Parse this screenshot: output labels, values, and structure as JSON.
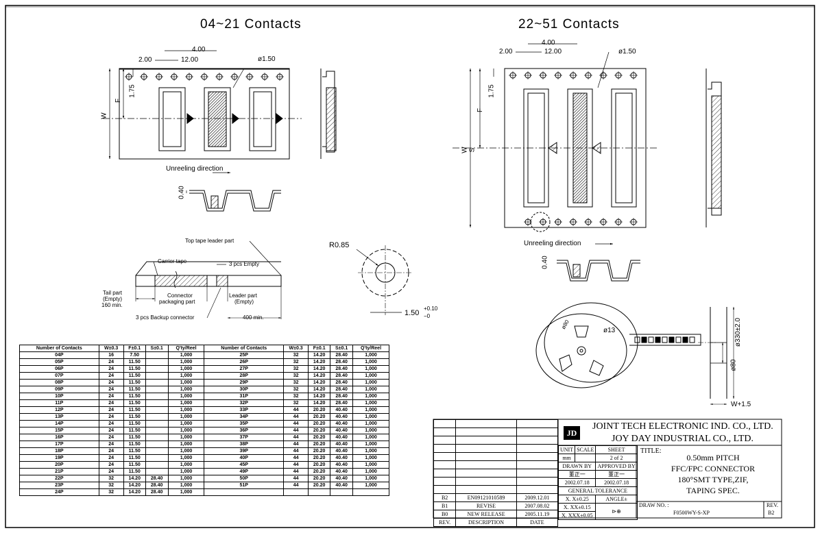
{
  "views": {
    "left_title": "04~21 Contacts",
    "right_title": "22~51 Contacts"
  },
  "dimensions": {
    "pitch_4": "4.00",
    "pitch_2": "2.00",
    "pitch_12": "12.00",
    "hole_dia": "ø1.50",
    "dim_175": "1.75",
    "dim_f": "F",
    "dim_w": "W",
    "dim_s": "S",
    "dim_040": "0.40",
    "r085": "R0.85",
    "tol_base": "1.50",
    "tol_plus": "+0.10",
    "tol_minus": "−0",
    "reel_80": "ø80",
    "reel_13": "ø13",
    "reel_dia80": "ø80",
    "reel_330": "ø330±2.0",
    "reel_w": "W+1.5"
  },
  "labels": {
    "unreeling": "Unreeling direction",
    "top_tape": "Top tape leader part",
    "carrier_tape": "Carrier tape",
    "empty3": "3 pcs Empty",
    "tail1": "Tail part",
    "tail2": "(Empty)",
    "tail3": "160 min.",
    "conn1": "Connector",
    "conn2": "packaging part",
    "leader1": "Leader part",
    "leader2": "(Empty)",
    "backup": "3 pcs Backup connector",
    "min400": "400 min."
  },
  "contacts_table": {
    "headers": [
      "Number of Contacts",
      "W±0.3",
      "F±0.1",
      "S±0.1",
      "Q'ty/Reel",
      "Number of Contacts",
      "W±0.3",
      "F±0.1",
      "S±0.1",
      "Q'ty/Reel"
    ],
    "rows": [
      [
        "04P",
        "16",
        "7.50",
        "",
        "1,000",
        "25P",
        "32",
        "14.20",
        "28.40",
        "1,000"
      ],
      [
        "05P",
        "24",
        "11.50",
        "",
        "1,000",
        "26P",
        "32",
        "14.20",
        "28.40",
        "1,000"
      ],
      [
        "06P",
        "24",
        "11.50",
        "",
        "1,000",
        "27P",
        "32",
        "14.20",
        "28.40",
        "1,000"
      ],
      [
        "07P",
        "24",
        "11.50",
        "",
        "1,000",
        "28P",
        "32",
        "14.20",
        "28.40",
        "1,000"
      ],
      [
        "08P",
        "24",
        "11.50",
        "",
        "1,000",
        "29P",
        "32",
        "14.20",
        "28.40",
        "1,000"
      ],
      [
        "09P",
        "24",
        "11.50",
        "",
        "1,000",
        "30P",
        "32",
        "14.20",
        "28.40",
        "1,000"
      ],
      [
        "10P",
        "24",
        "11.50",
        "",
        "1,000",
        "31P",
        "32",
        "14.20",
        "28.40",
        "1,000"
      ],
      [
        "11P",
        "24",
        "11.50",
        "",
        "1,000",
        "32P",
        "32",
        "14.20",
        "28.40",
        "1,000"
      ],
      [
        "12P",
        "24",
        "11.50",
        "",
        "1,000",
        "33P",
        "44",
        "20.20",
        "40.40",
        "1,000"
      ],
      [
        "13P",
        "24",
        "11.50",
        "",
        "1,000",
        "34P",
        "44",
        "20.20",
        "40.40",
        "1,000"
      ],
      [
        "14P",
        "24",
        "11.50",
        "",
        "1,000",
        "35P",
        "44",
        "20.20",
        "40.40",
        "1,000"
      ],
      [
        "15P",
        "24",
        "11.50",
        "",
        "1,000",
        "36P",
        "44",
        "20.20",
        "40.40",
        "1,000"
      ],
      [
        "16P",
        "24",
        "11.50",
        "",
        "1,000",
        "37P",
        "44",
        "20.20",
        "40.40",
        "1,000"
      ],
      [
        "17P",
        "24",
        "11.50",
        "",
        "1,000",
        "38P",
        "44",
        "20.20",
        "40.40",
        "1,000"
      ],
      [
        "18P",
        "24",
        "11.50",
        "",
        "1,000",
        "39P",
        "44",
        "20.20",
        "40.40",
        "1,000"
      ],
      [
        "19P",
        "24",
        "11.50",
        "",
        "1,000",
        "40P",
        "44",
        "20.20",
        "40.40",
        "1,000"
      ],
      [
        "20P",
        "24",
        "11.50",
        "",
        "1,000",
        "45P",
        "44",
        "20.20",
        "40.40",
        "1,000"
      ],
      [
        "21P",
        "24",
        "11.50",
        "",
        "1,000",
        "49P",
        "44",
        "20.20",
        "40.40",
        "1,000"
      ],
      [
        "22P",
        "32",
        "14.20",
        "28.40",
        "1,000",
        "50P",
        "44",
        "20.20",
        "40.40",
        "1,000"
      ],
      [
        "23P",
        "32",
        "14.20",
        "28.40",
        "1,000",
        "51P",
        "44",
        "20.20",
        "40.40",
        "1,000"
      ],
      [
        "24P",
        "32",
        "14.20",
        "28.40",
        "1,000",
        "",
        "",
        "",
        "",
        ""
      ]
    ]
  },
  "title_block": {
    "company1": "JOINT TECH ELECTRONIC IND. CO., LTD.",
    "company2": "JOY DAY INDUSTRIAL CO., LTD.",
    "logo": "JD",
    "unit_label": "UNIT",
    "scale_label": "SCALE",
    "sheet_label": "SHEET",
    "unit_value": "mm",
    "sheet_value": "2 of 2",
    "drawn_label": "DRAWN BY",
    "approved_label": "APPROVED BY",
    "drawn_name": "董正一",
    "approved_name": "董正一",
    "drawn_date": "2002.07.18",
    "approved_date": "2002.07.18",
    "general_tol": "GENERAL TOLERANCE",
    "tol1": "X. X±0.25",
    "tol2": "X. XX±0.15",
    "tol3": "X. XXX±0.05",
    "angle": "ANGLE±",
    "title_label": "TITLE:",
    "title_lines": [
      "0.50mm PITCH",
      "FFC/FPC CONNECTOR",
      "180°SMT TYPE,ZIF,",
      "TAPING SPEC."
    ],
    "draw_no_label": "DRAW NO. :",
    "draw_no": "F0500WY-S-XP",
    "rev_label": "REV.",
    "rev_value": "B2",
    "revisions": [
      {
        "rev": "B2",
        "desc": "EN09121010589",
        "date": "2009.12.01"
      },
      {
        "rev": "B1",
        "desc": "REVISE",
        "date": "2007.08.02"
      },
      {
        "rev": "B0",
        "desc": "NEW RELEASE",
        "date": "2005.11.19"
      }
    ],
    "rev_head": "REV.",
    "desc_head": "DESCRIPTION",
    "date_head": "DATE"
  }
}
